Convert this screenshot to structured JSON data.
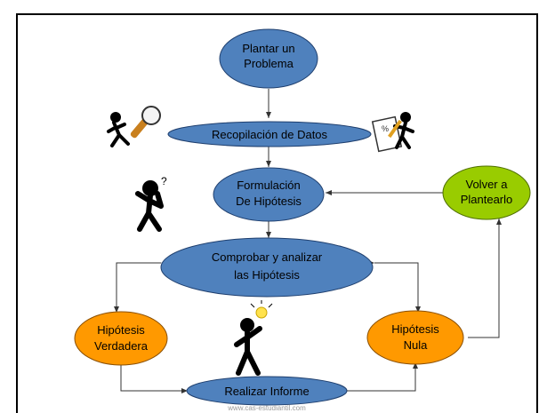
{
  "nodes": {
    "plantar": {
      "line1": "Plantar un",
      "line2": "Problema"
    },
    "recopilacion": {
      "label": "Recopilación de Datos"
    },
    "formulacion": {
      "line1": "Formulación",
      "line2": "De Hipótesis"
    },
    "volver": {
      "line1": "Volver a",
      "line2": "Plantearlo"
    },
    "comprobar": {
      "line1": "Comprobar y analizar",
      "line2": "las Hipótesis"
    },
    "verdadera": {
      "line1": "Hipótesis",
      "line2": "Verdadera"
    },
    "nula": {
      "line1": "Hipótesis",
      "line2": "Nula"
    },
    "informe": {
      "label": "Realizar Informe"
    }
  },
  "watermark": "www.cas-estudiantil.com",
  "colors": {
    "blue_node": "#4f81bd",
    "orange_node": "#ff9900",
    "green_node": "#99cc00",
    "node_stroke": "#1f3f6e",
    "arrow": "#333333"
  },
  "icons": [
    "magnifier-figure-icon",
    "writing-figure-icon",
    "thinking-figure-icon",
    "idea-figure-icon"
  ]
}
